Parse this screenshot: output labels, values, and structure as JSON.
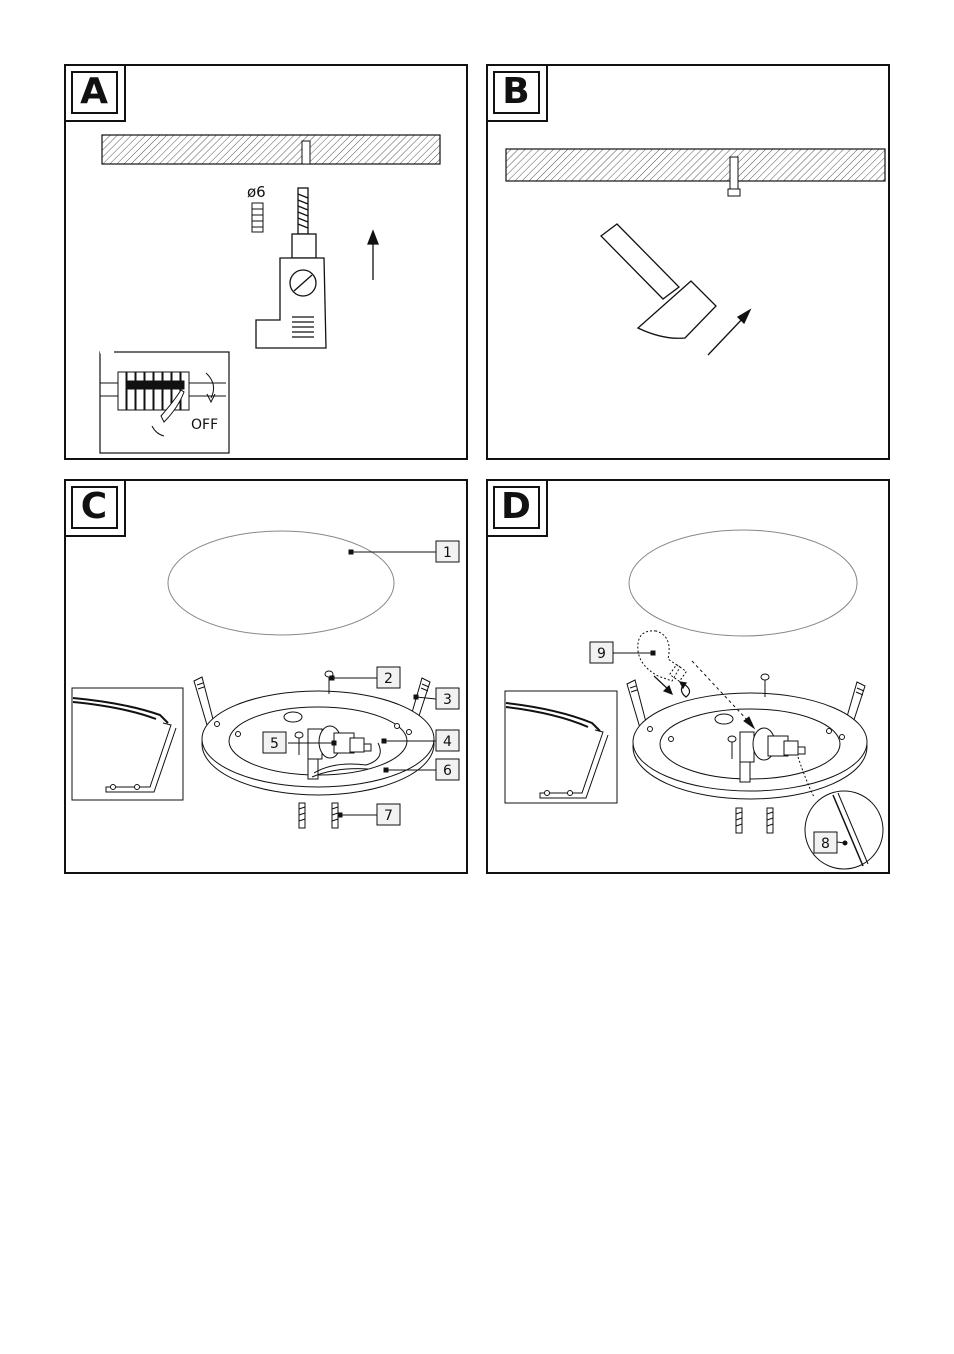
{
  "panels": {
    "a": {
      "letter": "A",
      "drill_size": "ø6",
      "switch_label": "OFF"
    },
    "b": {
      "letter": "B"
    },
    "c": {
      "letter": "C",
      "callouts": [
        "1",
        "2",
        "3",
        "4",
        "5",
        "6",
        "7"
      ]
    },
    "d": {
      "letter": "D",
      "callouts": [
        "9",
        "8"
      ]
    }
  }
}
